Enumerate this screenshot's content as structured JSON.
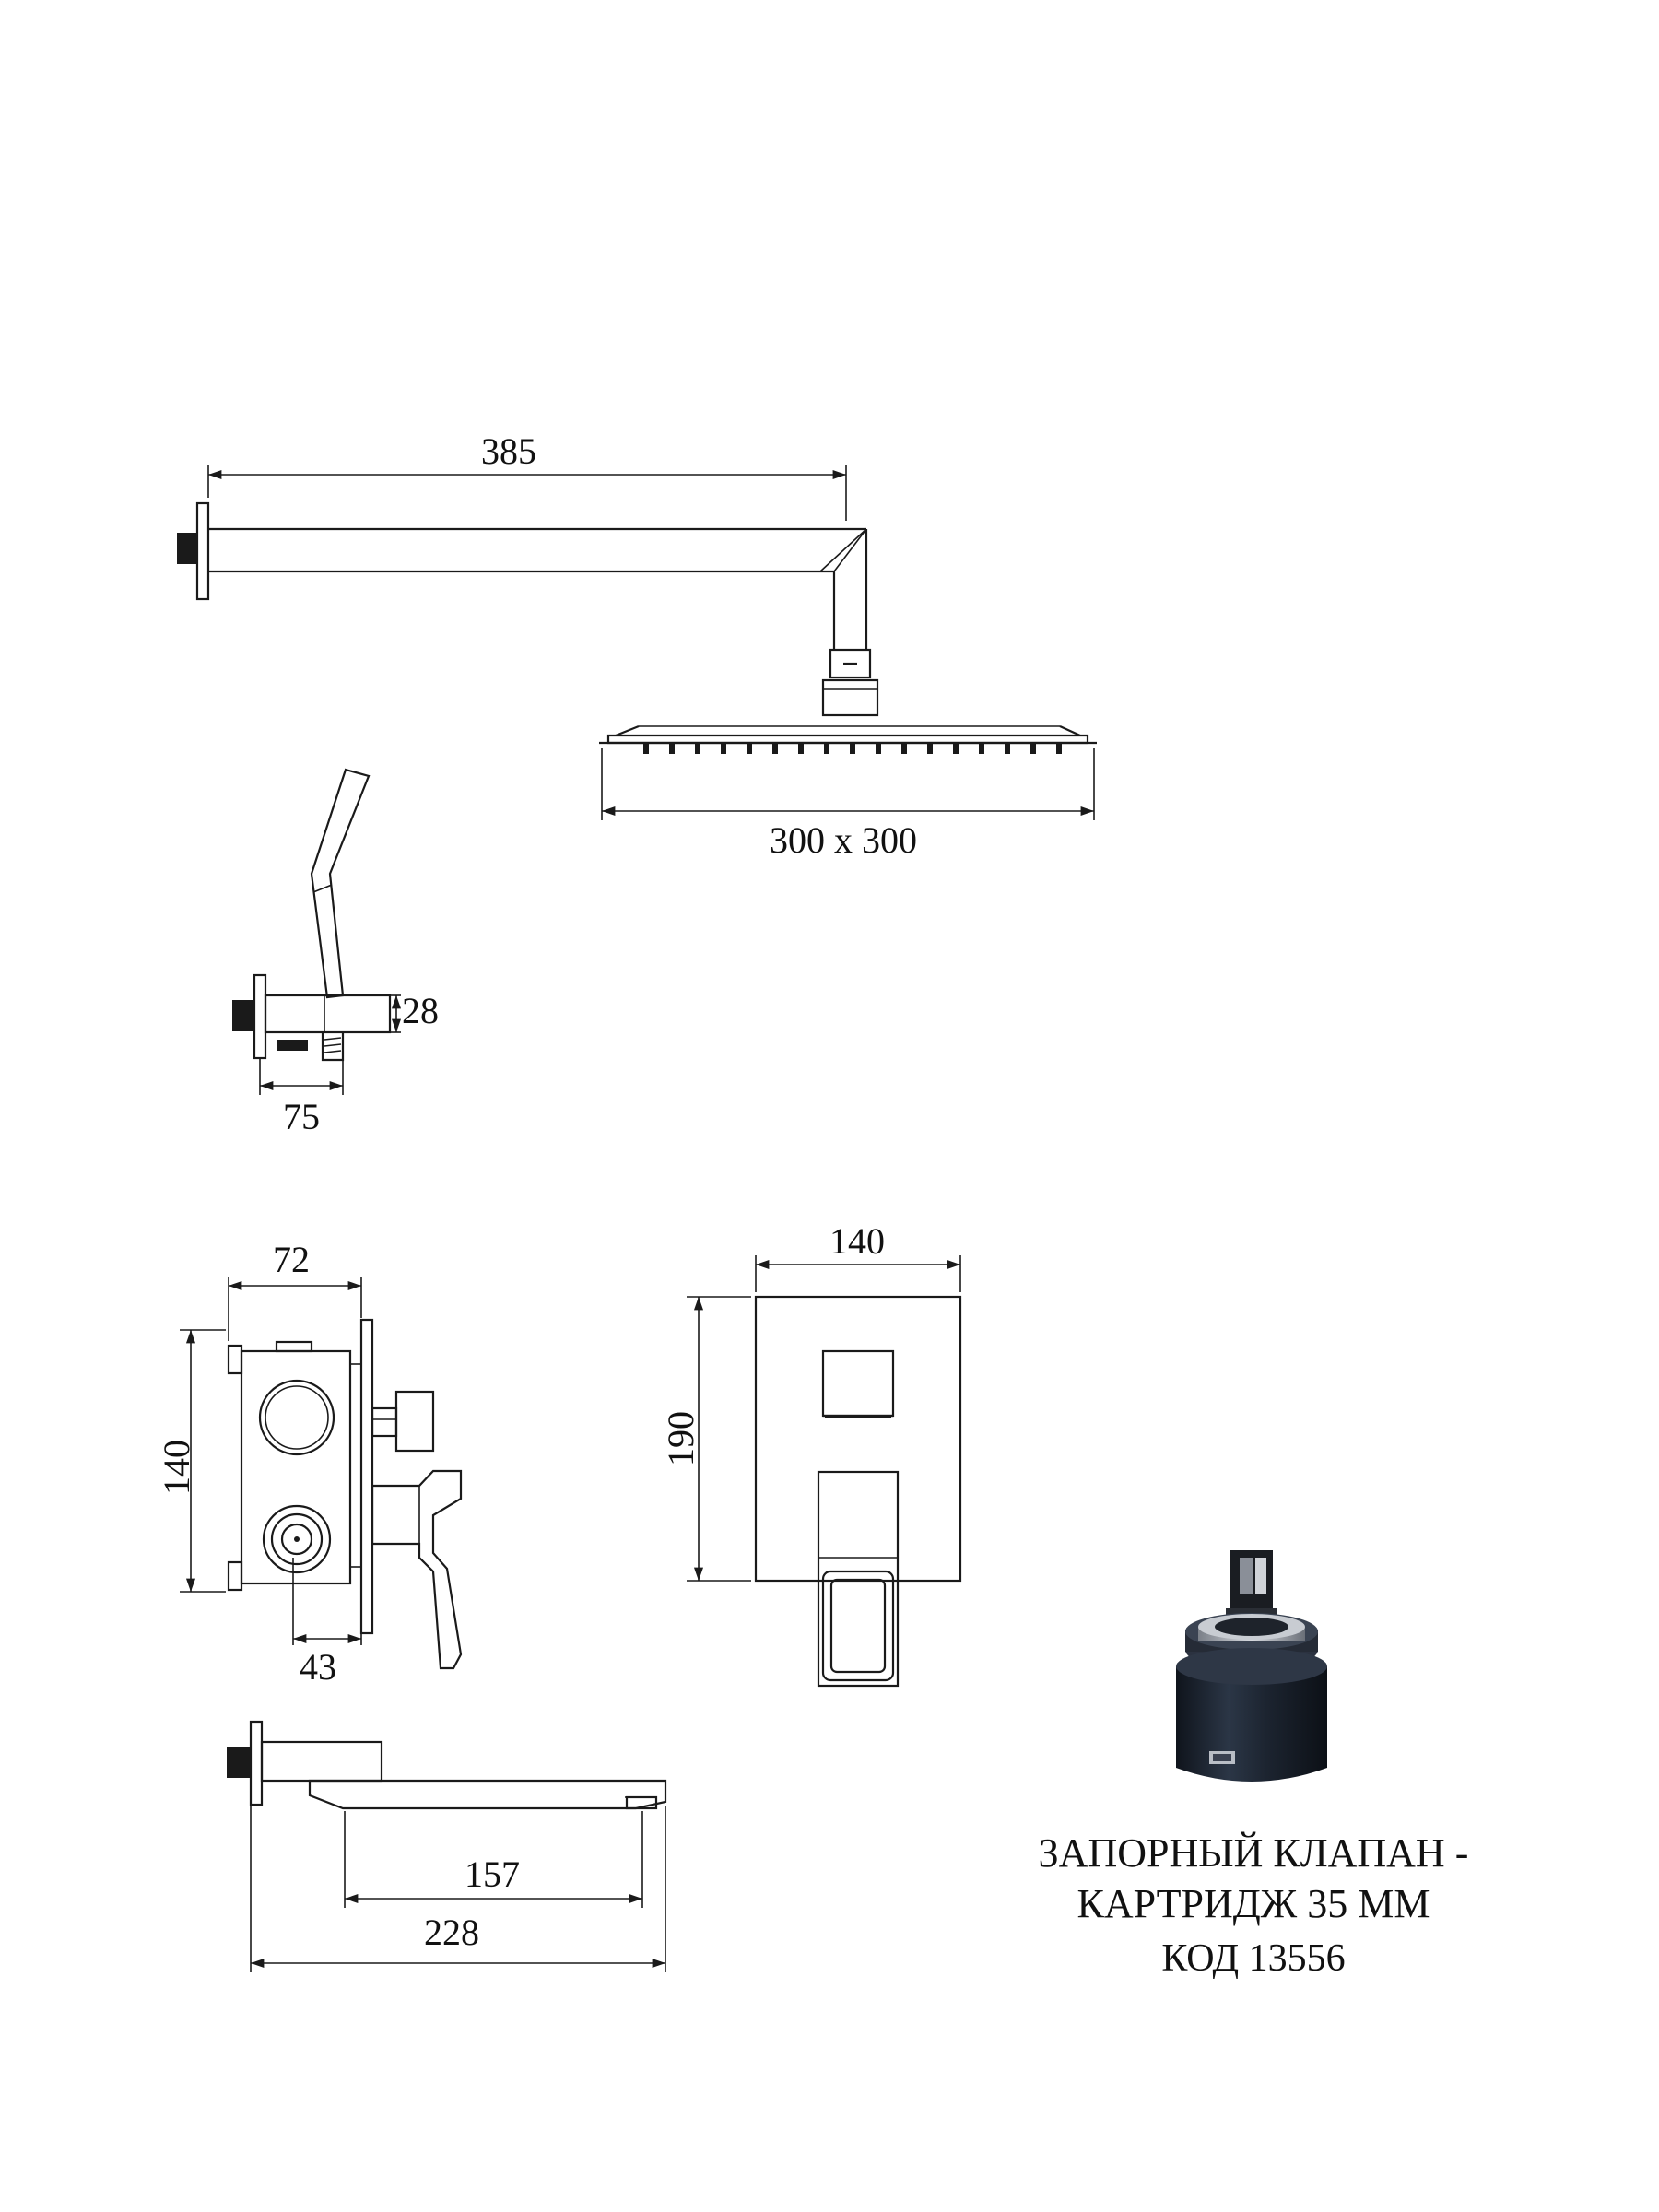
{
  "dimensions": {
    "arm_length": "385",
    "head_size": "300 x 300",
    "holder_height": "28",
    "holder_depth": "75",
    "mixer_depth": "72",
    "mixer_height": "140",
    "mixer_offset": "43",
    "plate_width": "140",
    "plate_height": "190",
    "spout_reach": "157",
    "spout_total": "228"
  },
  "caption": {
    "line1": "ЗАПОРНЫЙ КЛАПАН -",
    "line2": "КАРТРИДЖ 35 ММ",
    "line3": "КОД 13556"
  },
  "colors": {
    "line": "#1a1a1a",
    "background": "#ffffff",
    "cartridge_body": "#1c2430"
  },
  "icons": [
    "cartridge-photo"
  ]
}
